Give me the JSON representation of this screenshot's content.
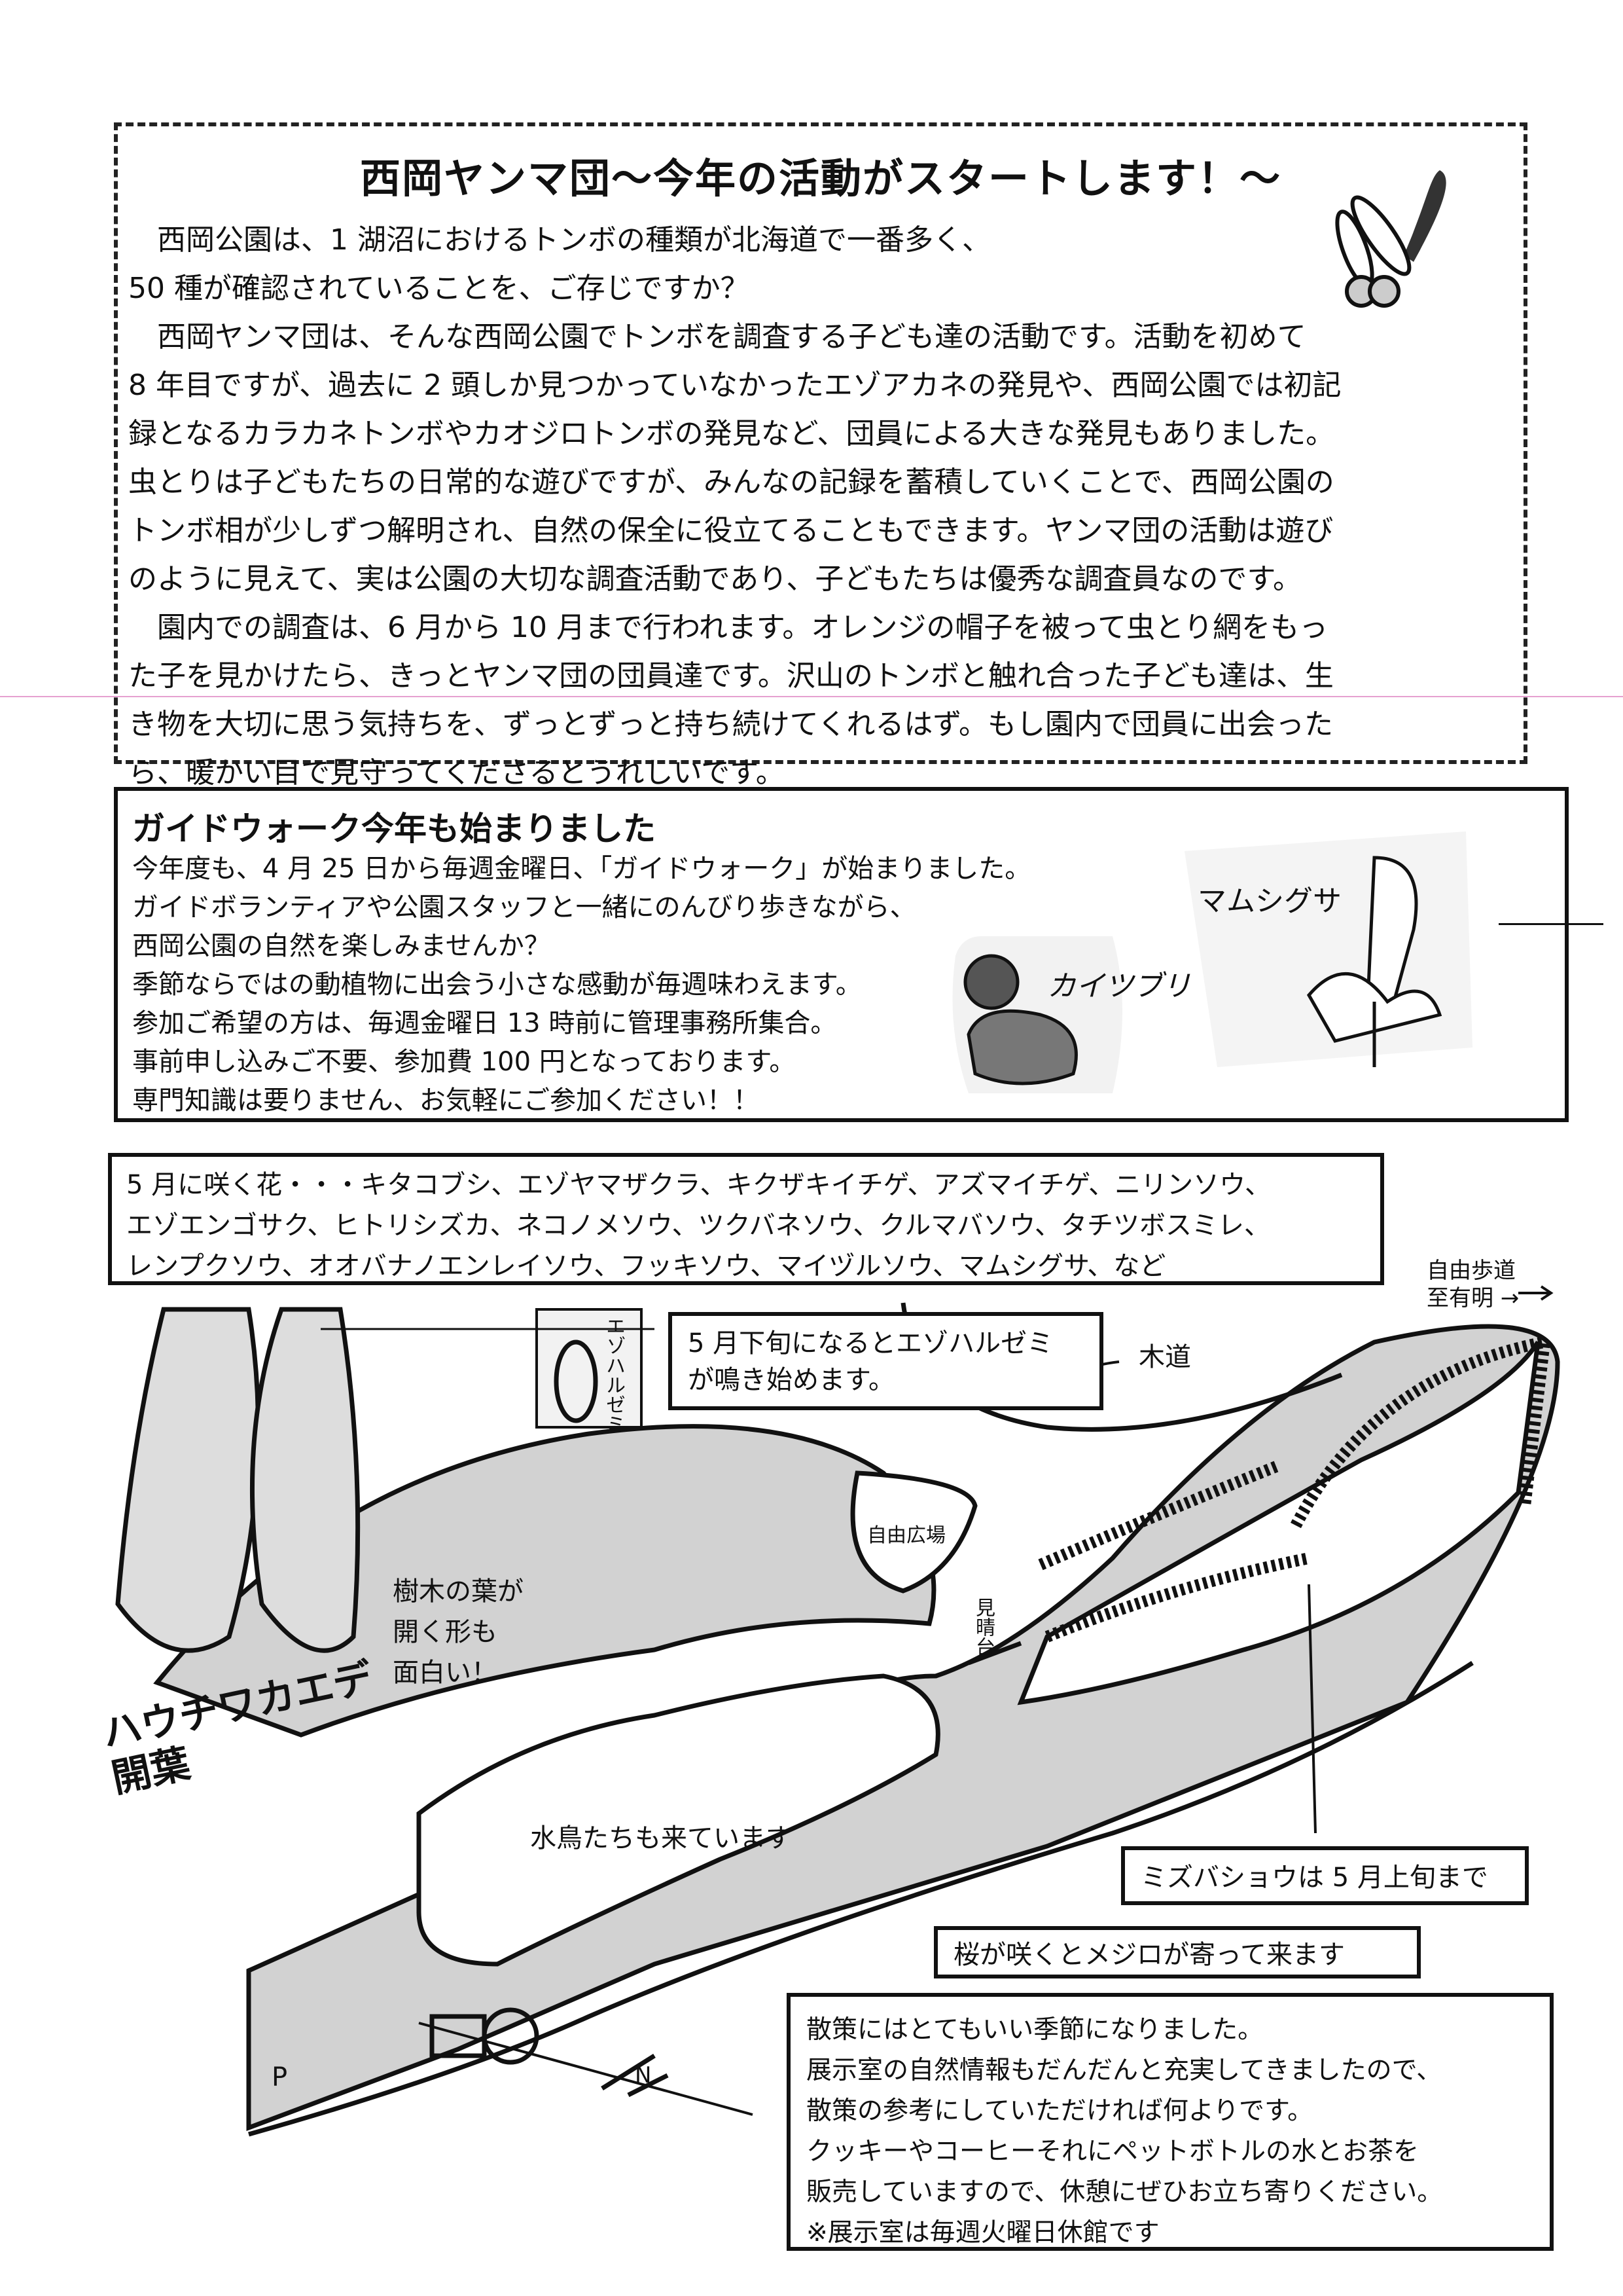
{
  "yanma": {
    "title": "西岡ヤンマ団～今年の活動がスタートします！～",
    "lines": [
      "　西岡公園は、1 湖沼におけるトンボの種類が北海道で一番多く、",
      "50 種が確認されていることを、ご存じですか？",
      "　西岡ヤンマ団は、そんな西岡公園でトンボを調査する子ども達の活動です。活動を初めて",
      "8 年目ですが、過去に 2 頭しか見つかっていなかったエゾアカネの発見や、西岡公園では初記",
      "録となるカラカネトンボやカオジロトンボの発見など、団員による大きな発見もありました。",
      "虫とりは子どもたちの日常的な遊びですが、みんなの記録を蓄積していくことで、西岡公園の",
      "トンボ相が少しずつ解明され、自然の保全に役立てることもできます。ヤンマ団の活動は遊び",
      "のように見えて、実は公園の大切な調査活動であり、子どもたちは優秀な調査員なのです。",
      "　園内での調査は、6 月から 10 月まで行われます。オレンジの帽子を被って虫とり網をもっ",
      "た子を見かけたら、きっとヤンマ団の団員達です。沢山のトンボと触れ合った子ども達は、生",
      "き物を大切に思う気持ちを、ずっとずっと持ち続けてくれるはず。もし園内で団員に出会った",
      "ら、暖かい目で見守ってくださるとうれしいです。"
    ]
  },
  "guide": {
    "title": "ガイドウォーク今年も始まりました",
    "lines": [
      "今年度も、4 月 25 日から毎週金曜日、「ガイドウォーク」が始まりました。",
      "ガイドボランティアや公園スタッフと一緒にのんびり歩きながら、",
      "西岡公園の自然を楽しみませんか？",
      "季節ならではの動植物に出会う小さな感動が毎週味わえます。",
      "参加ご希望の方は、毎週金曜日 13 時前に管理事務所集合。",
      "事前申し込みご不要、参加費 100 円となっております。",
      "専門知識は要りません、お気軽にご参加ください！！"
    ],
    "illustration_labels": [
      "カイツブリ",
      "マムシグサ"
    ]
  },
  "flowers": {
    "lines": [
      "5 月に咲く花・・・キタコブシ、エゾヤマザクラ、キクザキイチゲ、アズマイチゲ、ニリンソウ、",
      "エゾエンゴサク、ヒトリシズカ、ネコノメソウ、ツクバネソウ、クルマバソウ、タチツボスミレ、",
      "レンプクソウ、オオバナノエンレイソウ、フッキソウ、マイヅルソウ、マムシグサ、など"
    ]
  },
  "map": {
    "cicada_note": [
      "5 月下旬になるとエゾハルゼミ",
      "が鳴き始めます。"
    ],
    "leaf_note": [
      "樹木の葉が",
      "開く形も",
      "面白い！"
    ],
    "leaf_label": [
      "ハウチワカエデ",
      "開葉"
    ],
    "cicada_label": "エゾハルゼミ",
    "waterbird_note": "水鳥たちも来ています",
    "mizubasho_note": "ミズバショウは 5 月上旬まで",
    "sakura_note": "桜が咲くとメジロが寄って来ます",
    "labels": {
      "trail": [
        "自由歩道",
        "至有明 →"
      ],
      "boardwalk": "木道",
      "plaza": "自由広場",
      "lookout": "見晴台",
      "parking": "P",
      "north": "N"
    }
  },
  "note": {
    "lines": [
      "散策にはとてもいい季節になりました。",
      "展示室の自然情報もだんだんと充実してきましたので、",
      "散策の参考にしていただければ何よりです。",
      "クッキーやコーヒーそれにペットボトルの水とお茶を",
      "販売していますので、休憩にぜひお立ち寄りください。",
      "※展示室は毎週火曜日休館です"
    ]
  }
}
